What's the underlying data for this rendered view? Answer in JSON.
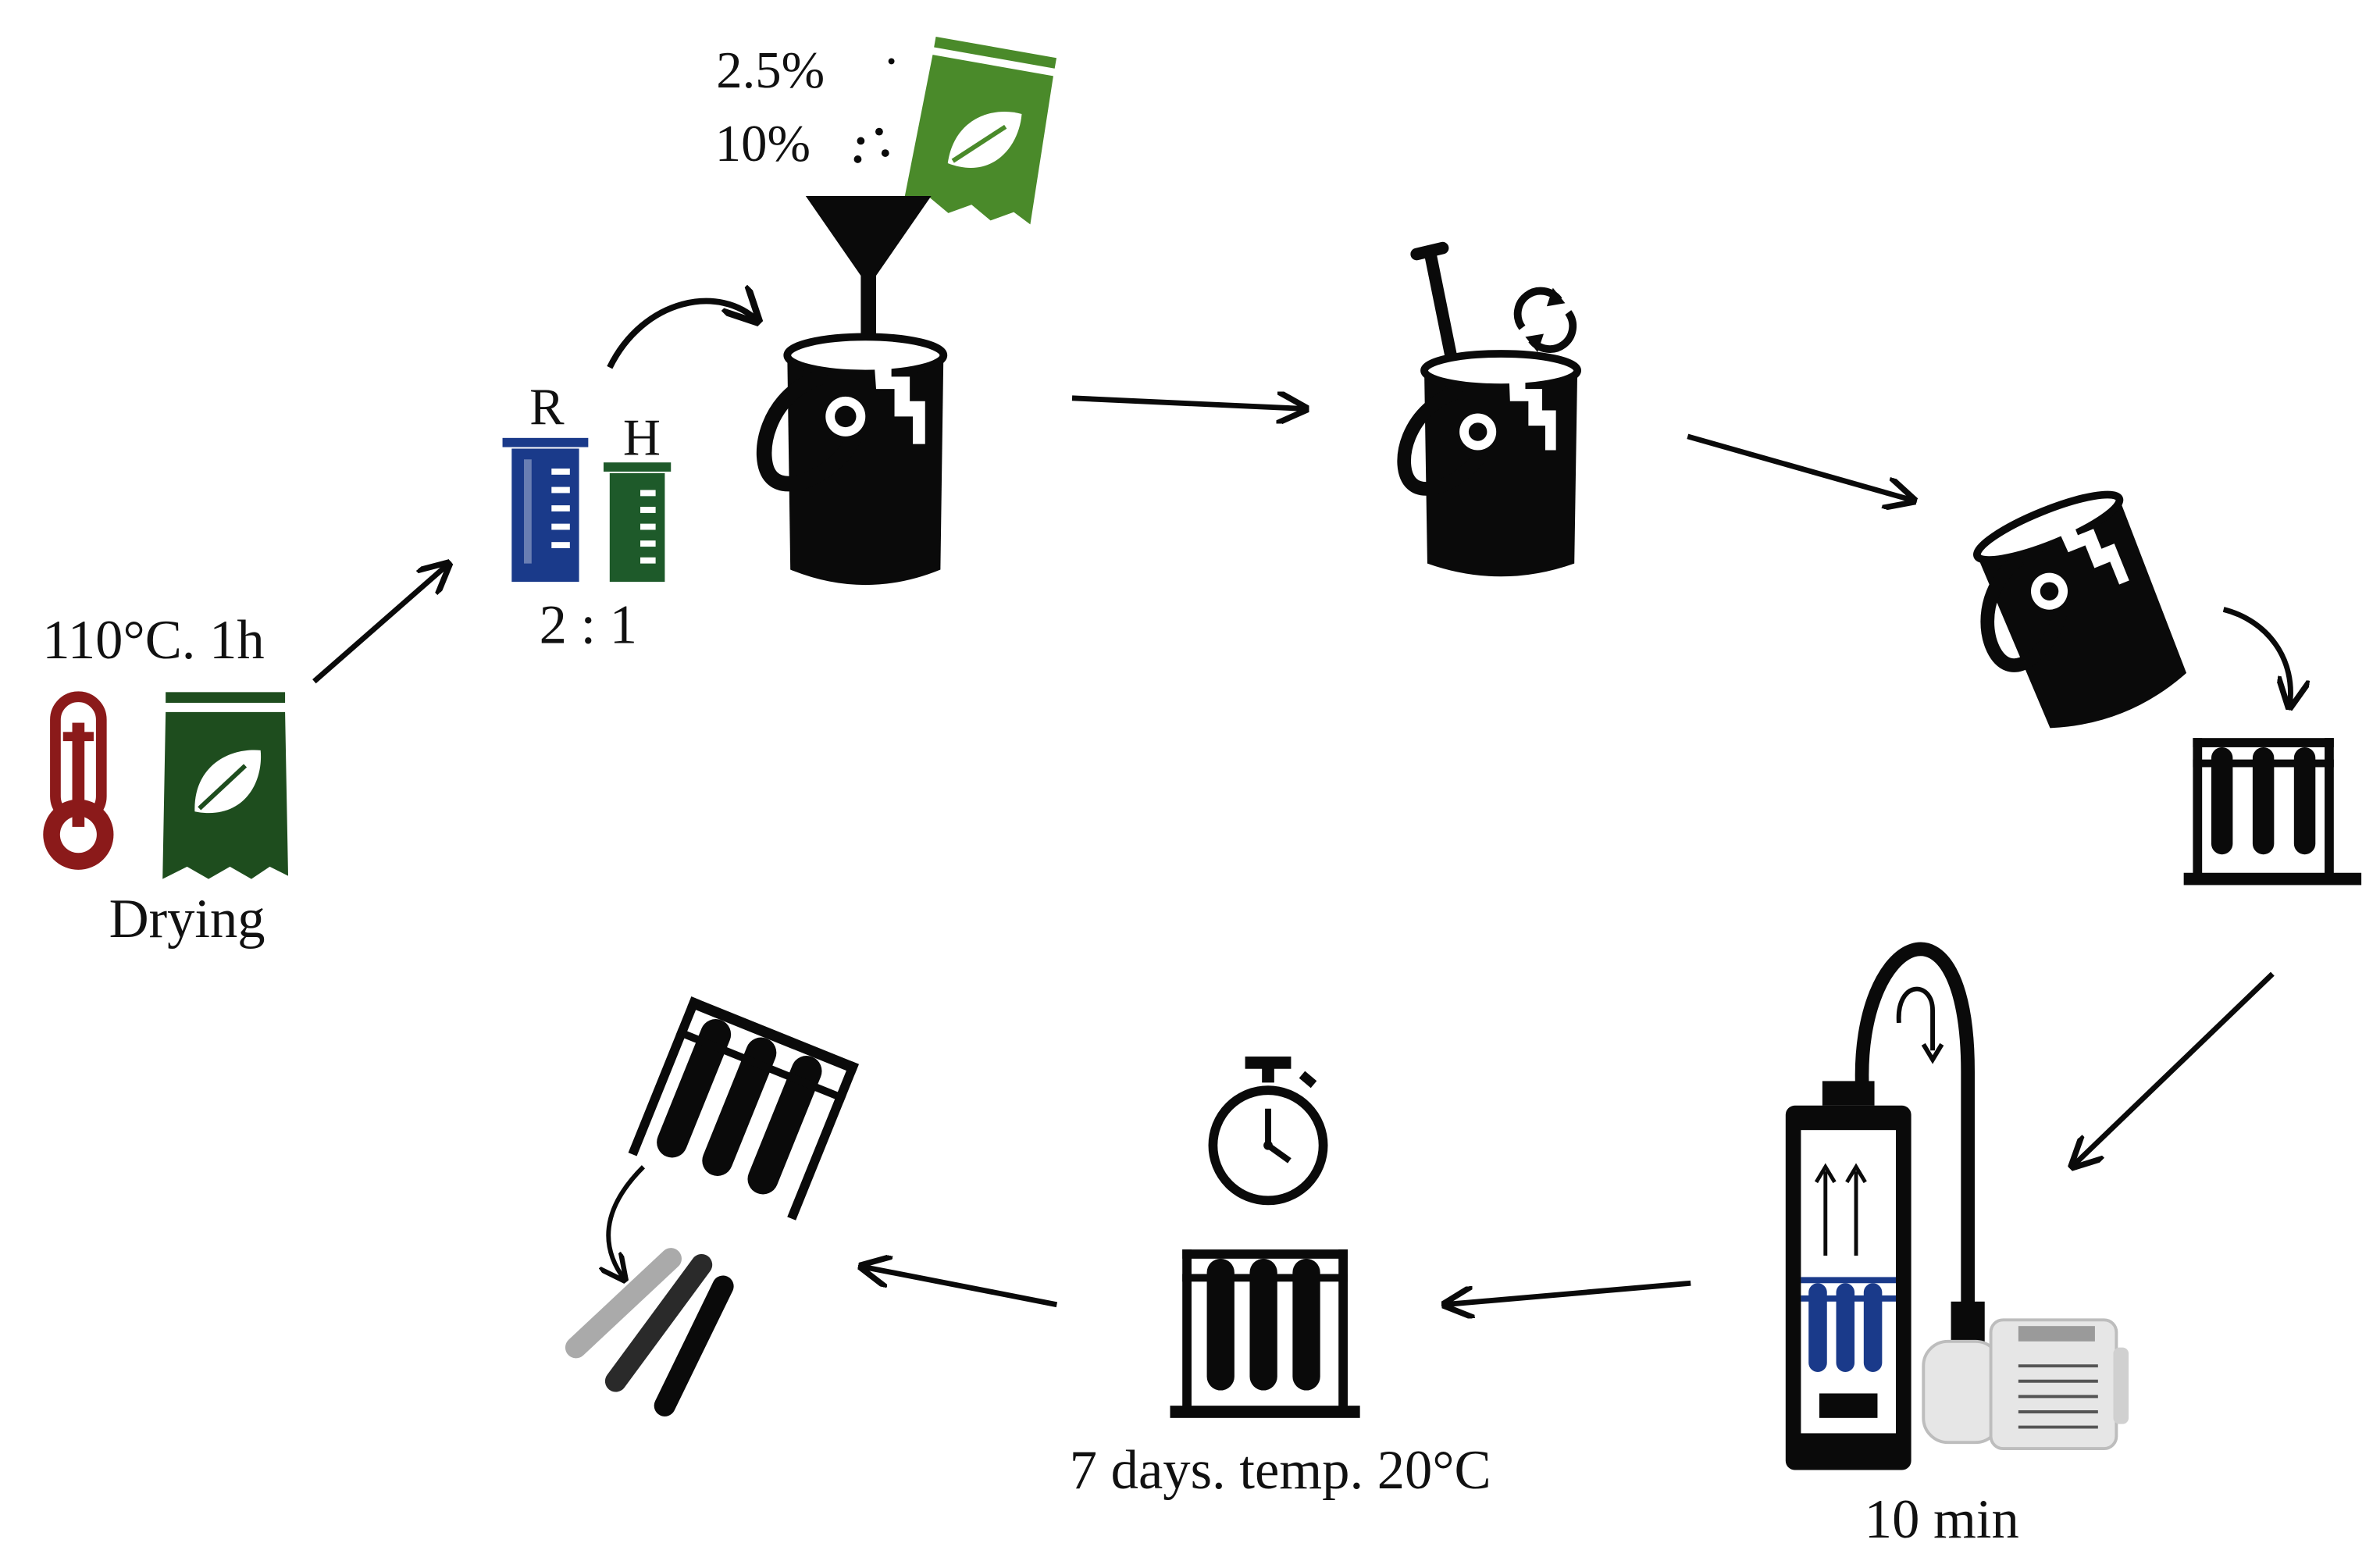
{
  "colors": {
    "ink": "#0a0a0a",
    "thermometer": "#8b1a1a",
    "bag_dark": "#1e4d1e",
    "bag_light": "#4a8a2a",
    "beaker_r": "#1a3a8a",
    "beaker_h": "#1e5a2a",
    "vacuum_tubes": "#1a3a8a",
    "pump": "#e6e6e6"
  },
  "labels": {
    "drying_condition": "110°C. 1h",
    "drying": "Drying",
    "beaker_r": "R",
    "beaker_h": "H",
    "ratio": "2 : 1",
    "additive_low": "2.5%",
    "additive_high": "10%",
    "vacuum_time": "10 min",
    "curing": "7 days. temp. 20°C"
  },
  "icons": [
    "thermometer-icon",
    "plant-bag-icon",
    "beaker-icon",
    "funnel-icon",
    "bucket-icon",
    "mixer-icon",
    "rotation-icon",
    "test-tube-rack-icon",
    "vacuum-chamber-icon",
    "vacuum-pump-icon",
    "stopwatch-icon",
    "demolded-specimens-icon"
  ]
}
